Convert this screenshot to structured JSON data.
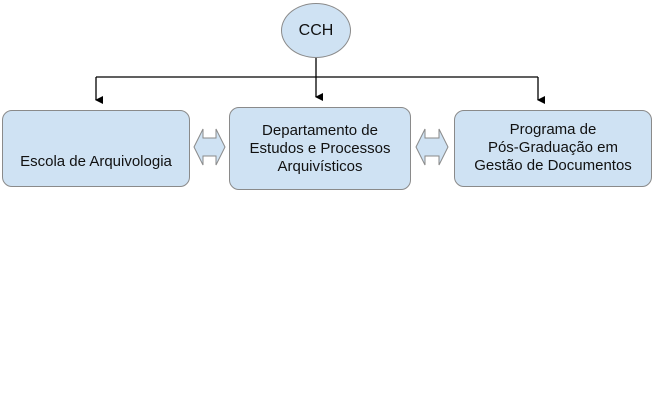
{
  "nodes": {
    "root": "CCH",
    "left": "Escola de Arquivologia",
    "center": [
      "Departamento de",
      "Estudos e Processos",
      "Arquivísticos"
    ],
    "right": [
      "Programa de",
      "Pós-Graduação em",
      "Gestão de Documentos"
    ]
  },
  "colors": {
    "fill": "#cfe2f3",
    "border": "#8a8a8a",
    "line": "#000000"
  }
}
